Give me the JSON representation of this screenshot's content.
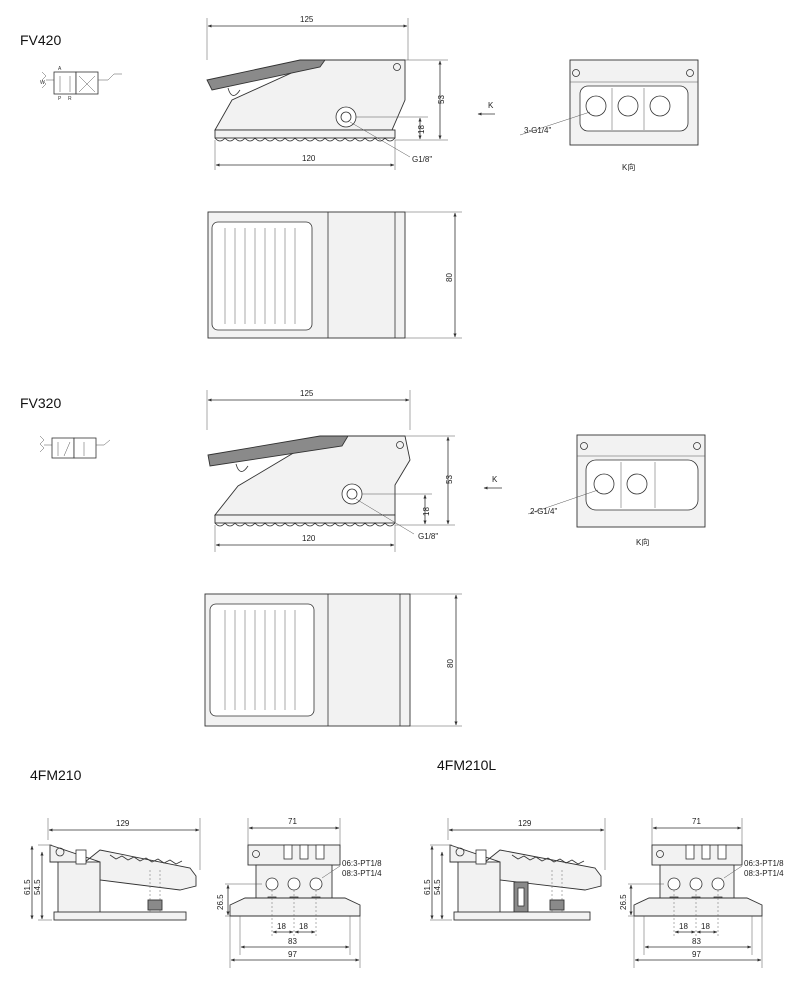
{
  "models": {
    "fv420": "FV420",
    "fv320": "FV320",
    "m4fm210": "4FM210",
    "m4fm210l": "4FM210L"
  },
  "fv420": {
    "dim_length": "125",
    "dim_height": "53",
    "dim_port_height": "18",
    "dim_base": "120",
    "port_label": "G1/8\"",
    "view_arrow": "K",
    "ports_label": "3-G1/4\"",
    "view_caption": "K向",
    "dim_width": "80"
  },
  "fv320": {
    "dim_length": "125",
    "dim_height": "53",
    "dim_port_height": "18",
    "dim_base": "120",
    "port_label": "G1/8\"",
    "view_arrow": "K",
    "ports_label": "2-G1/4\"",
    "view_caption": "K向",
    "dim_width": "80"
  },
  "m4fm210": {
    "dim_length": "129",
    "dim_h1": "61.5",
    "dim_h2": "54.5",
    "front_width": "71",
    "dim_port_h": "26.5",
    "port_label_1": "06:3-PT1/8",
    "port_label_2": "08:3-PT1/4",
    "pitch_1": "18",
    "pitch_2": "18",
    "dim_mount": "83",
    "dim_base": "97"
  },
  "m4fm210l": {
    "dim_length": "129",
    "dim_h1": "61.5",
    "dim_h2": "54.5",
    "front_width": "71",
    "dim_port_h": "26.5",
    "port_label_1": "06:3-PT1/8",
    "port_label_2": "08:3-PT1/4",
    "pitch_1": "18",
    "pitch_2": "18",
    "dim_mount": "83",
    "dim_base": "97"
  },
  "symbol_letters": {
    "w": "W",
    "p": "P",
    "a": "A",
    "r": "R"
  }
}
